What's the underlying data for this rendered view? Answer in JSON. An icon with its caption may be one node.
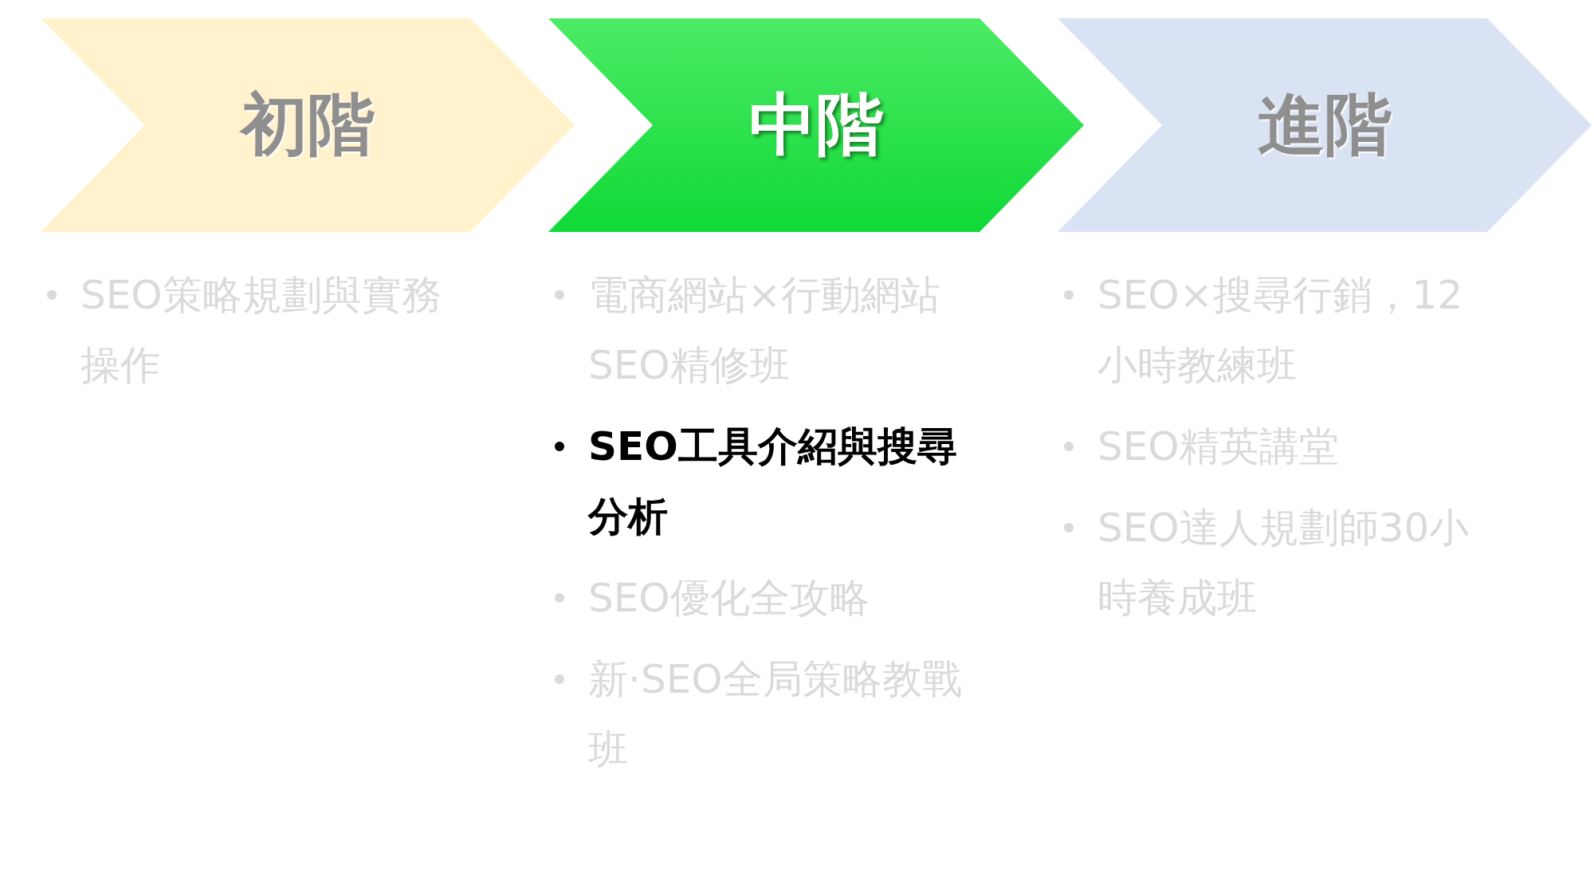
{
  "diagram": {
    "nodes": [
      {
        "text": [
          "初階"
        ],
        "beside": [
          "SEO策略規劃與實務操作"
        ]
      },
      {
        "text": [
          "中階"
        ],
        "beside": [
          "電商網站×行動網站SEO精修班",
          "SEO工具介紹與搜尋分析",
          "SEO優化全攻略",
          "新·SEO全局策略教戰班"
        ]
      },
      {
        "text": [
          "進階"
        ],
        "beside": [
          "SEO×搜尋行銷，12小時教練班",
          "SEO精英講堂",
          "SEO達人規劃師30小時養成班"
        ]
      }
    ]
  }
}
